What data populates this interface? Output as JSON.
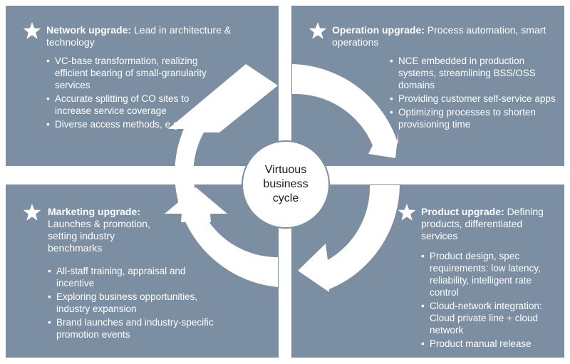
{
  "center": {
    "label_lines": [
      "Virtuous",
      "business",
      "cycle"
    ]
  },
  "colors": {
    "panel": "#7b8ea2",
    "arrow": "#ffffff",
    "text": "#ffffff"
  },
  "quadrants": {
    "network": {
      "icon": "star-icon",
      "title": "Network upgrade:",
      "subtitle": "Lead in architecture & technology",
      "bullets": [
        "VC-base transformation, realizing efficient bearing of small-granularity services",
        "Accurate splitting of CO sites to increase service coverage",
        "Diverse access methods, e.g., P2MP"
      ]
    },
    "operation": {
      "icon": "star-icon",
      "title": "Operation upgrade:",
      "subtitle": "Process automation, smart operations",
      "bullets": [
        "NCE embedded in production systems, streamlining BSS/OSS domains",
        "Providing customer self-service apps",
        "Optimizing processes to shorten provisioning time"
      ]
    },
    "marketing": {
      "icon": "star-icon",
      "title": "Marketing upgrade:",
      "subtitle": "Launches & promotion, setting industry benchmarks",
      "bullets": [
        "All-staff training, appraisal and incentive",
        "Exploring business opportunities, industry expansion",
        "Brand launches and industry-specific promotion events"
      ]
    },
    "product": {
      "icon": "star-icon",
      "title": "Product upgrade:",
      "subtitle": "Defining products, differentiated services",
      "bullets": [
        "Product design, spec requirements: low latency, reliability, intelligent rate control",
        "Cloud-network integration: Cloud private line + cloud network",
        "Product manual release"
      ]
    }
  }
}
